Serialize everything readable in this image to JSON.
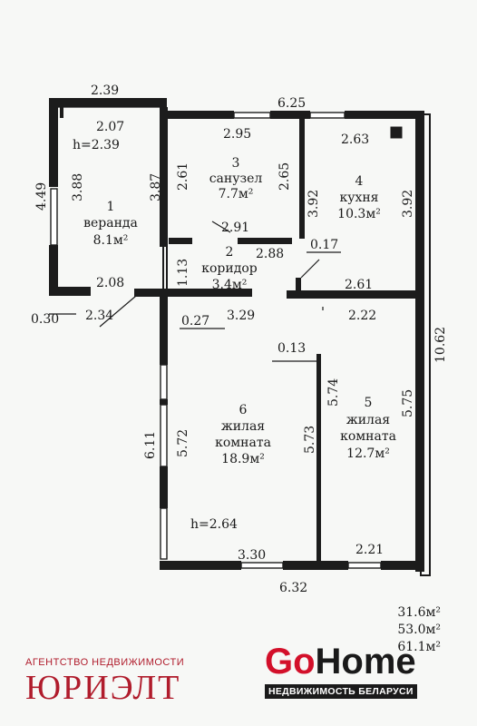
{
  "rooms": [
    {
      "number": "1",
      "name": "веранда",
      "area": "8.1м²"
    },
    {
      "number": "3",
      "name": "санузел",
      "area": "7.7м²"
    },
    {
      "number": "4",
      "name": "кухня",
      "area": "10.3м²"
    },
    {
      "number": "2",
      "name": "коридор",
      "area": "3.4м²"
    },
    {
      "number": "6",
      "name_line1": "жилая",
      "name_line2": "комната",
      "area": "18.9м²"
    },
    {
      "number": "5",
      "name_line1": "жилая",
      "name_line2": "комната",
      "area": "12.7м²"
    }
  ],
  "heights": {
    "veranda": "h=2.39",
    "living": "h=2.64"
  },
  "dimensions": {
    "top_left": "2.39",
    "veranda_inner_top": "2.07",
    "left_outer": "4.49",
    "veranda_left": "3.88",
    "veranda_right": "3.87",
    "bath_left": "2.61",
    "bath_right": "2.65",
    "bath_bottom": "2.91",
    "bath_top": "2.95",
    "top_mid": "6.25",
    "kitchen_top": "2.63",
    "kitchen_left": "3.92",
    "kitchen_right": "3.92",
    "corridor_top": "2.88",
    "wall_017": "0.17",
    "veranda_bottom": "2.08",
    "corridor_left": "1.13",
    "stub_030": "0.30",
    "stub_234": "2.34",
    "wall_027": "0.27",
    "corridor_bottom": "3.29",
    "kitchen_bottom": "2.61",
    "room5_top": "2.22",
    "wall_013": "0.13",
    "right_outer": "10.62",
    "room6_left_outer": "6.11",
    "room6_left": "5.72",
    "room6_right": "5.73",
    "room5_left": "5.74",
    "room5_right": "5.75",
    "room6_bottom": "3.30",
    "room5_bottom": "2.21",
    "bottom_outer": "6.32"
  },
  "totals": [
    "31.6м²",
    "53.0м²",
    "61.1м²"
  ],
  "agency": {
    "tagline": "АГЕНТСТВО НЕДВИЖИМОСТИ",
    "name": "ЮРИЭЛТ"
  },
  "portal": {
    "brand_go": "Go",
    "brand_home": "Home",
    "subtitle": "НЕДВИЖИМОСТЬ БЕЛАРУСИ"
  },
  "colors": {
    "agency_red": "#b01c2c",
    "portal_red": "#d3102a",
    "wall": "#1c1c1c"
  }
}
